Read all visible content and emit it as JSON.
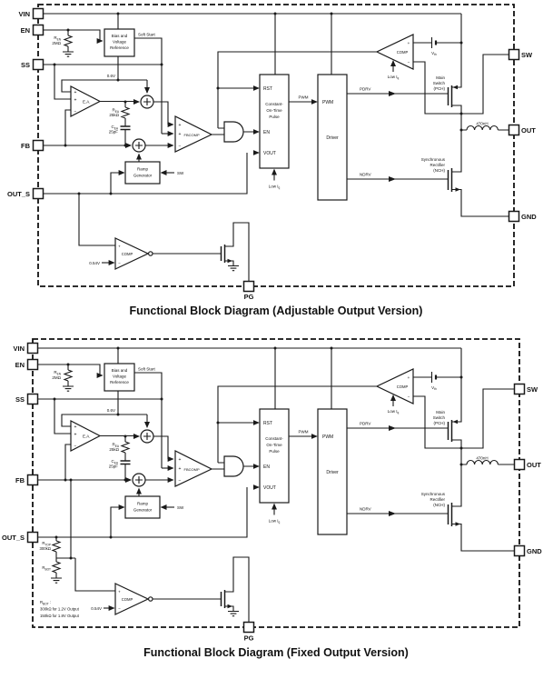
{
  "common": {
    "pins": {
      "vin": "VIN",
      "en": "EN",
      "ss": "SS",
      "fb": "FB",
      "out_s": "OUT_S",
      "sw": "SW",
      "out": "OUT",
      "gnd": "GND",
      "pg": "PG"
    },
    "blocks": {
      "bias": [
        "Bias and",
        "Voltage",
        "Reference"
      ],
      "cot": {
        "rst": "RST",
        "name": [
          "Constant-",
          "On-Time",
          "Pulse"
        ],
        "en": "EN",
        "vout": "VOUT"
      },
      "driver": {
        "pwm": "PWM",
        "name": "Driver"
      },
      "ramp": [
        "Ramp",
        "Generator"
      ]
    },
    "amps": {
      "ea": "E.A.",
      "fbcomp": "FBCOMP",
      "comp": "COMP"
    },
    "marks": {
      "plus": "+",
      "minus": "−"
    },
    "signals": {
      "soft_start": "Soft Start",
      "vref": "0.6V",
      "pwm": "PWM",
      "pdrv": "PDRV",
      "ndrv": "NDRV",
      "low_iq": {
        "main": "Low I",
        "sub": "q"
      },
      "sw": "SW",
      "vth": {
        "main": "V",
        "sub": "th"
      },
      "pg_ref": "0.54V"
    },
    "components": {
      "ren": {
        "sym": "R",
        "sub": "EN",
        "val": "2MΩ"
      },
      "rea": {
        "sym": "R",
        "sub": "EA",
        "val": "25kΩ"
      },
      "cea": {
        "sym": "C",
        "sub": "EA",
        "val": "25pF"
      },
      "inductor": "470nH",
      "main_switch": [
        "Main",
        "Switch",
        "(PCH)"
      ],
      "sync_rect": [
        "Synchronous",
        "Rectifier",
        "(NCH)"
      ]
    }
  },
  "diagram1": {
    "title": "Functional Block Diagram (Adjustable Output Version)"
  },
  "diagram2": {
    "title": "Functional Block Diagram (Fixed Output Version)",
    "rtop": {
      "sym": "R",
      "sub": "TOP",
      "val": "300kΩ"
    },
    "rbot": {
      "sym": "R",
      "sub": "BOT"
    },
    "note": {
      "sym": "R",
      "sub": "BOT",
      "colon": " :",
      "line2": "300kΩ for 1.2V Output",
      "line3": "150kΩ for 1.8V Output"
    }
  }
}
